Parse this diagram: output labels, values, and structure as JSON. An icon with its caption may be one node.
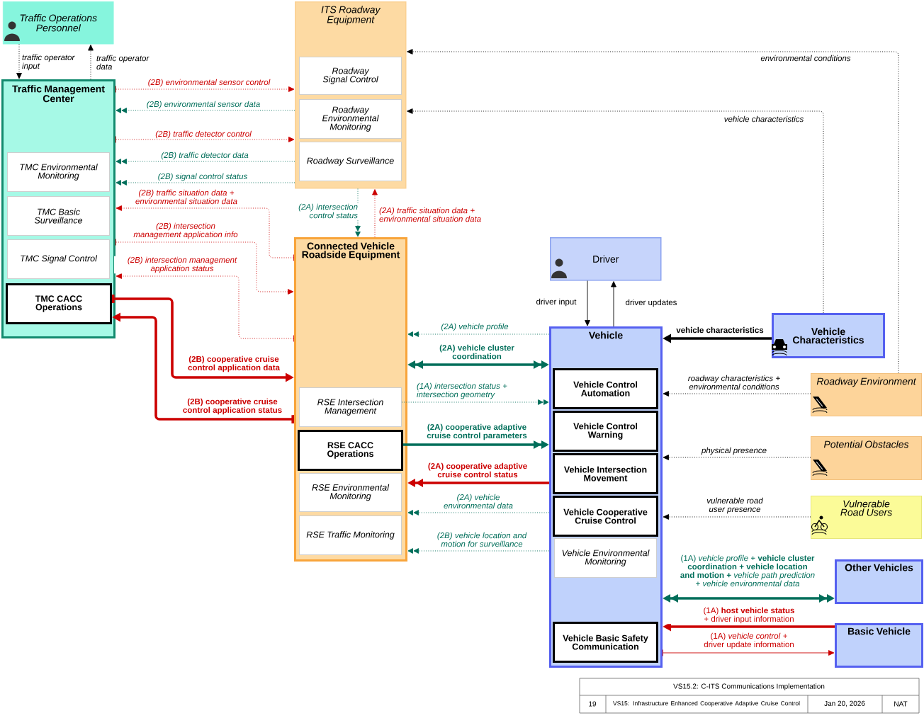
{
  "diagram": {
    "nodes": [
      {
        "text": [
          "Traffic Operations Personnel"
        ]
      },
      {
        "text": [
          "Traffic Management Center"
        ]
      },
      {
        "text": [
          "TMC Environmental Monitoring"
        ],
        "in": 1
      },
      {
        "text": [
          "TMC Basic Surveillance"
        ],
        "in": 1
      },
      {
        "text": [
          "TMC Signal Control"
        ],
        "in": 1
      },
      {
        "text": [
          "TMC CACC Operations"
        ],
        "in": 1
      },
      {
        "text": [
          "ITS Roadway Equipment"
        ]
      },
      {
        "text": [
          "Roadway Signal Control"
        ],
        "in": 6
      },
      {
        "text": [
          "Roadway Environmental Monitoring"
        ],
        "in": 6
      },
      {
        "text": [
          "Roadway Surveillance"
        ],
        "in": 6
      },
      {
        "text": [
          "Connected Vehicle Roadside Equipment"
        ]
      },
      {
        "text": [
          "RSE Intersection Management"
        ],
        "in": 10
      },
      {
        "text": [
          "RSE CACC Operations"
        ],
        "in": 10
      },
      {
        "text": [
          "RSE Environmental Monitoring"
        ],
        "in": 10
      },
      {
        "text": [
          "RSE Traffic Monitoring"
        ],
        "in": 10
      },
      {
        "text": [
          "Driver"
        ]
      },
      {
        "text": [
          "Vehicle"
        ]
      },
      {
        "text": [
          "Vehicle Control Automation"
        ],
        "in": 16
      },
      {
        "text": [
          "Vehicle Control Warning"
        ],
        "in": 16
      },
      {
        "text": [
          "Vehicle Intersection Movement"
        ],
        "in": 16
      },
      {
        "text": [
          "Vehicle Cooperative Cruise Control"
        ],
        "in": 16
      },
      {
        "text": [
          "Vehicle Environmental Monitoring"
        ],
        "in": 16
      },
      {
        "text": [
          "Vehicle Basic Safety Communication"
        ],
        "in": 16
      },
      {
        "text": [
          "Vehicle Characteristics"
        ]
      },
      {
        "text": [
          "Roadway Environment"
        ]
      },
      {
        "text": [
          "Potential Obstacles"
        ]
      },
      {
        "text": [
          "Vulnerable Road Users"
        ]
      },
      {
        "text": [
          "Other Vehicles"
        ]
      },
      {
        "text": [
          "Basic Vehicle"
        ]
      }
    ],
    "edges": [
      {
        "from": 0,
        "to": 1,
        "arrow": "to",
        "label": "traffic operator input",
        "style": "dashed",
        "color": "#000000"
      },
      {
        "from": 1,
        "to": 0,
        "arrow": "to",
        "label": "traffic operator data",
        "style": "dashed",
        "color": "#000000"
      },
      {
        "from": 1,
        "to": 6,
        "arrow": "to",
        "label": "(2B) environmental sensor control",
        "style": "dashed",
        "color": "#cc0000"
      },
      {
        "from": 6,
        "to": 1,
        "arrow": "to",
        "label": "(2B) environmental sensor data",
        "style": "dashed",
        "color": "#006e5a"
      },
      {
        "from": 1,
        "to": 6,
        "arrow": "to",
        "label": "(2B) traffic detector control",
        "style": "dashed",
        "color": "#cc0000"
      },
      {
        "from": 6,
        "to": 1,
        "arrow": "to",
        "label": "(2B) traffic detector data",
        "style": "dashed",
        "color": "#006e5a"
      },
      {
        "from": 6,
        "to": 1,
        "arrow": "to",
        "label": "(2B) signal control status",
        "style": "dashed",
        "color": "#006e5a"
      },
      {
        "from": 10,
        "to": 1,
        "arrow": "to",
        "label": "(2B) traffic situation data + environmental situation data",
        "style": "dashed",
        "color": "#cc0000"
      },
      {
        "from": 1,
        "to": 10,
        "arrow": "to",
        "label": "(2B) intersection management application info",
        "style": "dashed",
        "color": "#cc0000"
      },
      {
        "from": 10,
        "to": 1,
        "arrow": "to",
        "label": "(2B) intersection management application status",
        "style": "dashed",
        "color": "#cc0000"
      },
      {
        "from": 5,
        "to": 10,
        "arrow": "to",
        "label": "(2B) cooperative cruise control application data",
        "style": "thick",
        "color": "#cc0000"
      },
      {
        "from": 10,
        "to": 5,
        "arrow": "to",
        "label": "(2B) cooperative cruise control application status",
        "style": "thick",
        "color": "#cc0000"
      },
      {
        "from": 6,
        "to": 10,
        "arrow": "to",
        "label": "(2A) intersection control status",
        "style": "dashed",
        "color": "#006e5a"
      },
      {
        "from": 10,
        "to": 6,
        "arrow": "to",
        "label": "(2A) traffic situation data + environmental situation data",
        "style": "dashed",
        "color": "#cc0000"
      },
      {
        "from": 16,
        "to": 10,
        "arrow": "to",
        "label": "(2A) vehicle profile",
        "style": "dashed",
        "color": "#006e5a"
      },
      {
        "from": 16,
        "to": 10,
        "arrow": "both",
        "label": "(2A) vehicle cluster coordination",
        "style": "thick",
        "color": "#006e5a"
      },
      {
        "from": 11,
        "to": 16,
        "arrow": "to",
        "label": "(1A) intersection status + intersection geometry",
        "style": "dashed",
        "color": "#006e5a"
      },
      {
        "from": 12,
        "to": 16,
        "arrow": "to",
        "label": "(2A) cooperative adaptive cruise control parameters",
        "style": "thick",
        "color": "#006e5a"
      },
      {
        "from": 16,
        "to": 10,
        "arrow": "to",
        "label": "(2A) cooperative adaptive cruise control status",
        "style": "thick",
        "color": "#cc0000"
      },
      {
        "from": 16,
        "to": 10,
        "arrow": "to",
        "label": "(2A) vehicle environmental data",
        "style": "dashed",
        "color": "#006e5a"
      },
      {
        "from": 16,
        "to": 10,
        "arrow": "to",
        "label": "(2B) vehicle location and motion for surveillance",
        "style": "dashed",
        "color": "#006e5a"
      },
      {
        "from": 15,
        "to": 16,
        "arrow": "to",
        "label": "driver input",
        "color": "#000000"
      },
      {
        "from": 16,
        "to": 15,
        "arrow": "to",
        "label": "driver updates",
        "color": "#000000"
      },
      {
        "from": 23,
        "to": 16,
        "arrow": "to",
        "label": "vehicle characteristics",
        "style": "thick",
        "color": "#000000"
      },
      {
        "from": 24,
        "to": 16,
        "arrow": "to",
        "label": "roadway characteristics + environmental conditions",
        "style": "dashed",
        "color": "#000000"
      },
      {
        "from": 25,
        "to": 16,
        "arrow": "to",
        "label": "physical presence",
        "style": "dashed",
        "color": "#000000"
      },
      {
        "from": 26,
        "to": 16,
        "arrow": "to",
        "label": "vulnerable road user presence",
        "style": "dashed",
        "color": "#000000"
      },
      {
        "from": 16,
        "to": 27,
        "arrow": "both",
        "label": "(1A) *vehicle profile* + **vehicle cluster coordination + vehicle location and motion +** *vehicle path prediction + vehicle environmental data*",
        "style": "thick",
        "color": "#006e5a"
      },
      {
        "from": 28,
        "to": 16,
        "arrow": "to",
        "label": "(1A) **host vehicle status** + driver input information",
        "style": "thick",
        "color": "#cc0000"
      },
      {
        "from": 16,
        "to": 28,
        "arrow": "to",
        "label": "(1A) *vehicle control* + driver update information",
        "color": "#cc0000"
      },
      {
        "from": 23,
        "to": 6,
        "arrow": "to",
        "label": "vehicle characteristics",
        "style": "dashed",
        "color": "#000000"
      },
      {
        "from": 24,
        "to": 6,
        "arrow": "to",
        "label": "environmental conditions",
        "style": "dashed",
        "color": "#000000"
      }
    ],
    "labels": [
      "VS15.2: C-ITS Communications Implementation",
      "19",
      "VS15: Infrastructure Enhanced Cooperative Adaptive Cruise Control",
      "Jan 20, 2026",
      "NAT"
    ]
  }
}
